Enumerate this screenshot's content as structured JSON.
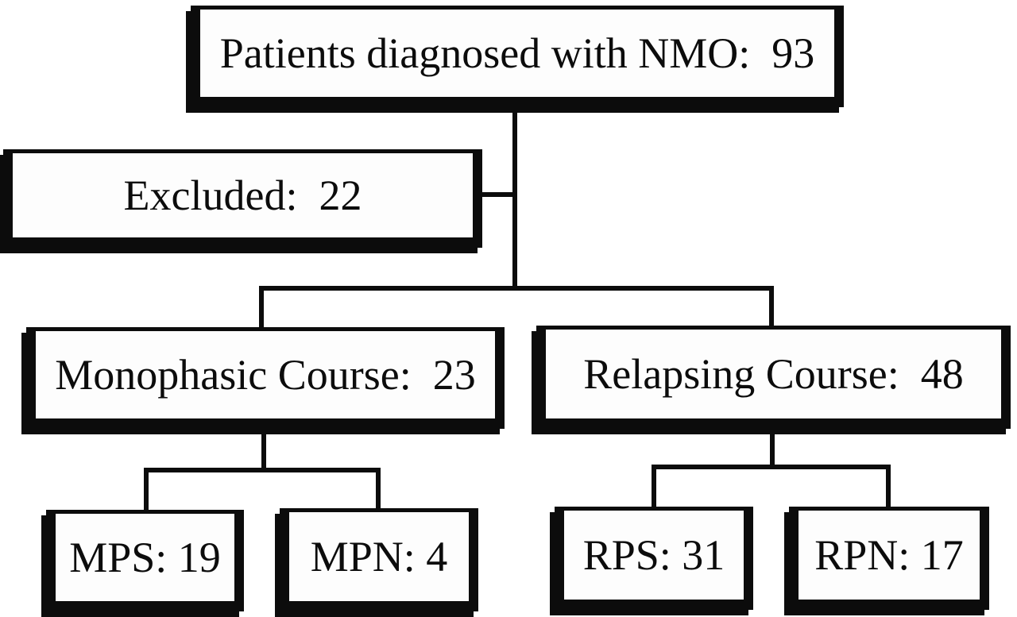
{
  "diagram": {
    "nodes": {
      "patients": {
        "label": "Patients diagnosed with NMO",
        "count": "93",
        "display": "Patients diagnosed with NMO:  93"
      },
      "excluded": {
        "label": "Excluded",
        "count": "22",
        "display": "Excluded:  22"
      },
      "monophasic": {
        "label": "Monophasic Course",
        "count": "23",
        "display": "Monophasic Course:  23"
      },
      "relapsing": {
        "label": "Relapsing Course",
        "count": "48",
        "display": "Relapsing Course:  48"
      },
      "mps": {
        "label": "MPS",
        "count": "19",
        "display": "MPS: 19"
      },
      "mpn": {
        "label": "MPN",
        "count": "4",
        "display": "MPN: 4"
      },
      "rps": {
        "label": "RPS",
        "count": "31",
        "display": "RPS: 31"
      },
      "rpn": {
        "label": "RPN",
        "count": "17",
        "display": "RPN: 17"
      }
    },
    "edges": [
      {
        "from": "patients",
        "to": "excluded"
      },
      {
        "from": "patients",
        "to": "monophasic"
      },
      {
        "from": "patients",
        "to": "relapsing"
      },
      {
        "from": "monophasic",
        "to": "mps"
      },
      {
        "from": "monophasic",
        "to": "mpn"
      },
      {
        "from": "relapsing",
        "to": "rps"
      },
      {
        "from": "relapsing",
        "to": "rpn"
      }
    ],
    "colors": {
      "ink": "#0c0c0c",
      "box_fill": "#fdfdfd",
      "page_bg": "#ffffff"
    }
  }
}
